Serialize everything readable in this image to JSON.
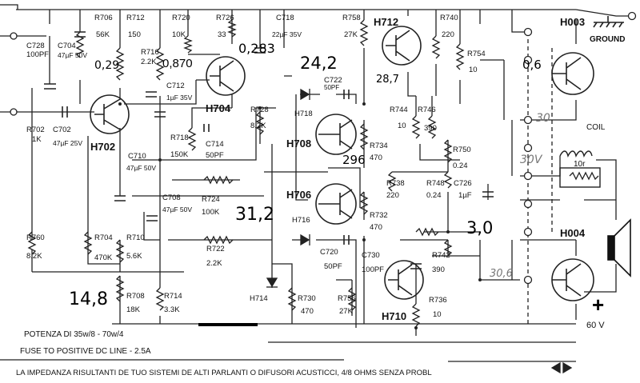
{
  "transistors": [
    {
      "id": "H702"
    },
    {
      "id": "H704"
    },
    {
      "id": "H712"
    },
    {
      "id": "H003"
    },
    {
      "id": "H708"
    },
    {
      "id": "H706"
    },
    {
      "id": "H004"
    },
    {
      "id": "H710"
    }
  ],
  "components": [
    {
      "ref": "C728",
      "val": "100PF"
    },
    {
      "ref": "C704",
      "val": "47µF 50V"
    },
    {
      "ref": "R706",
      "val": "56K"
    },
    {
      "ref": "R712",
      "val": "150"
    },
    {
      "ref": "R720",
      "val": "10K"
    },
    {
      "ref": "R726",
      "val": "33"
    },
    {
      "ref": "C718",
      "val": "22µF 35V"
    },
    {
      "ref": "R758",
      "val": "27K"
    },
    {
      "ref": "R740",
      "val": "220"
    },
    {
      "ref": "R754",
      "val": "10"
    },
    {
      "ref": "R716",
      "val": "2.2K"
    },
    {
      "ref": "C712",
      "val": "1µF 35V"
    },
    {
      "ref": "R702",
      "val": "1K"
    },
    {
      "ref": "C702",
      "val": "47µF 25V"
    },
    {
      "ref": "R718",
      "val": "150K"
    },
    {
      "ref": "C714",
      "val": "50PF"
    },
    {
      "ref": "R728",
      "val": "8.2K"
    },
    {
      "ref": "H718",
      "val": ""
    },
    {
      "ref": "C722",
      "val": "50PF"
    },
    {
      "ref": "R744",
      "val": "10"
    },
    {
      "ref": "R746",
      "val": "390"
    },
    {
      "ref": "R734",
      "val": "470"
    },
    {
      "ref": "R750",
      "val": "0.24"
    },
    {
      "ref": "C710",
      "val": "47µF 50V"
    },
    {
      "ref": "R724",
      "val": "100K"
    },
    {
      "ref": "C708",
      "val": "47µF 50V"
    },
    {
      "ref": "R738",
      "val": "220"
    },
    {
      "ref": "R748",
      "val": "0.24"
    },
    {
      "ref": "C726",
      "val": "1µF"
    },
    {
      "ref": "H716",
      "val": ""
    },
    {
      "ref": "R732",
      "val": "470"
    },
    {
      "ref": "R760",
      "val": "8.2K"
    },
    {
      "ref": "R704",
      "val": "470K"
    },
    {
      "ref": "R710",
      "val": "5.6K"
    },
    {
      "ref": "R722",
      "val": "2.2K"
    },
    {
      "ref": "C720",
      "val": "50PF"
    },
    {
      "ref": "C730",
      "val": "100PF"
    },
    {
      "ref": "R742",
      "val": "390"
    },
    {
      "ref": "R708",
      "val": "18K"
    },
    {
      "ref": "R714",
      "val": "3.3K"
    },
    {
      "ref": "H714",
      "val": ""
    },
    {
      "ref": "R730",
      "val": "470"
    },
    {
      "ref": "R756",
      "val": "27K"
    },
    {
      "ref": "R736",
      "val": "10"
    }
  ],
  "measurements": [
    "0,29",
    "0,870",
    "0,283",
    "24,2",
    "28,7",
    "0,6",
    "30",
    "30V",
    "296",
    "31,2",
    "3,0",
    "30,6",
    "14,8"
  ],
  "labels": {
    "ground": "GROUND",
    "coil": "COIL",
    "coil_value": "10r",
    "supply": "60 V",
    "plus": "+"
  },
  "notes": {
    "power": "POTENZA DI 35w/8  - 70w/4",
    "fuse": "FUSE TO POSITIVE DC LINE - 2.5A",
    "impedance": "LA IMPEDANZA RISULTANTI DE TUO SISTEMI DE ALTI PARLANTI O DIFUSORI ACUSTICCI, 4/8 OHMS SENZA PROBL"
  }
}
